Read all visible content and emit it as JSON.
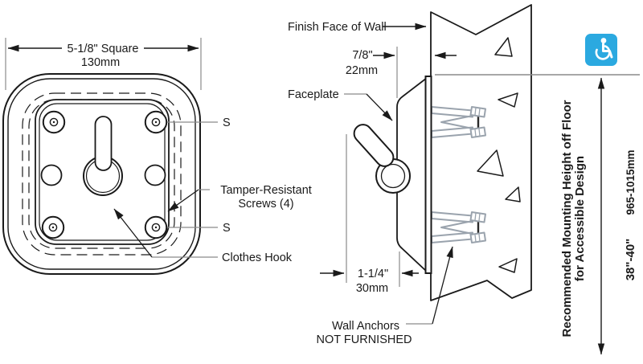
{
  "colors": {
    "ink": "#1a1a1a",
    "leader_gray": "#8a8a8a",
    "anchor_gray": "#9aa3ad",
    "accent_red": "#e8402a",
    "accessibility_blue": "#2ba9e0"
  },
  "front_view": {
    "dimension": {
      "imperial": "5-1/8\" Square",
      "metric": "130mm"
    },
    "labels": {
      "screw_top": "S",
      "screw_bottom": "S",
      "tamper_line1": "Tamper-Resistant",
      "tamper_line2": "Screws (4)",
      "clothes_hook": "Clothes Hook"
    }
  },
  "side_view": {
    "labels": {
      "finish_face": "Finish Face of Wall",
      "faceplate": "Faceplate",
      "wall_anchors_line1": "Wall Anchors",
      "wall_anchors_line2": "NOT FURNISHED"
    },
    "projection_dimension": {
      "imperial": "7/8\"",
      "metric": "22mm"
    },
    "hook_dimension": {
      "imperial": "1-1/4\"",
      "metric": "30mm"
    }
  },
  "mounting_height": {
    "icon": "accessibility-icon",
    "note_line1": "Recommended Mounting Height off Floor",
    "note_line2": "for Accessible Design",
    "imperial": "38\"-40\"",
    "metric": "965-1015mm"
  }
}
